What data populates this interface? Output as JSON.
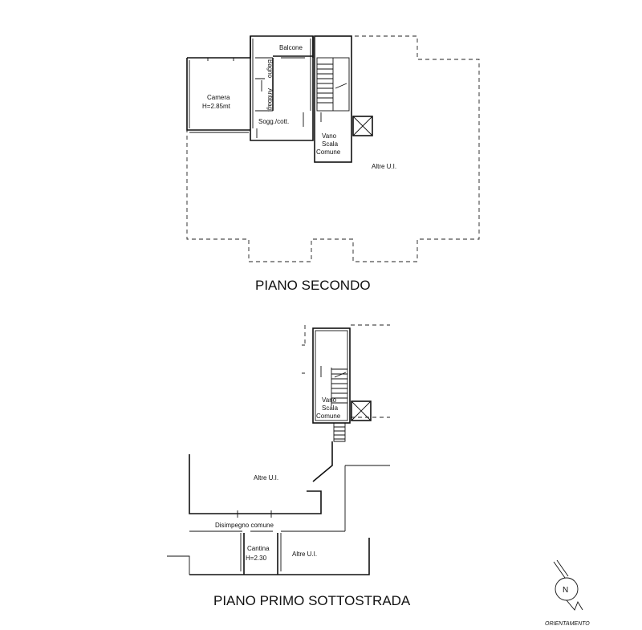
{
  "floors": {
    "second": {
      "title": "PIANO SECONDO",
      "rooms": {
        "balcone": "Balcone",
        "bagno": "Bagno",
        "antibag": "Antibag.",
        "camera": "Camera",
        "camera_h": "H=2.85mt",
        "sogg": "Sogg./cott.",
        "vano_1": "Vano",
        "vano_2": "Scala",
        "vano_3": "Comune",
        "altre": "Altre U.I."
      }
    },
    "basement": {
      "title": "PIANO PRIMO SOTTOSTRADA",
      "rooms": {
        "vano_1": "Vano",
        "vano_2": "Scala",
        "vano_3": "Comune",
        "altre_top": "Altre U.I.",
        "disimpegno": "Disimpegno comune",
        "cantina": "Cantina",
        "cantina_h": "H=2.30",
        "altre_bottom": "Altre U.I."
      }
    }
  },
  "compass": {
    "letter": "N",
    "caption": "ORIENTAMENTO"
  }
}
